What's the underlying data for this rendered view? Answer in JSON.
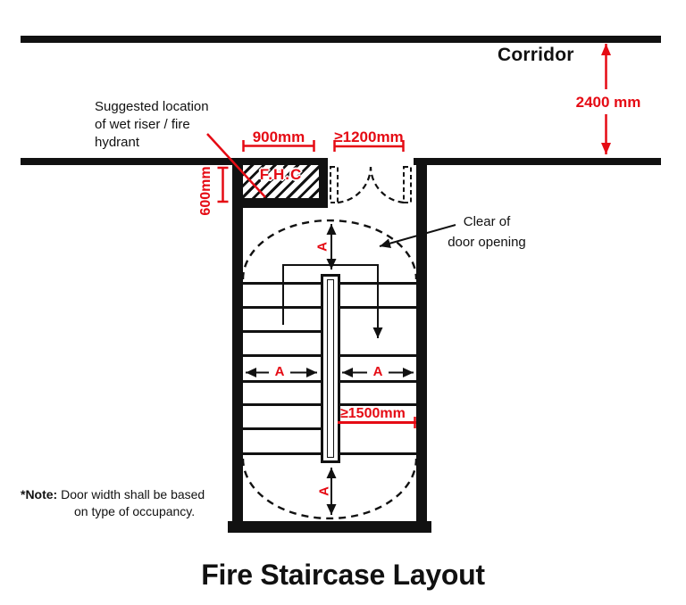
{
  "diagram": {
    "title": "Fire Staircase Layout",
    "corridor": {
      "label": "Corridor",
      "height_dim": "2400 mm"
    },
    "fhc": {
      "label": "F.H.C",
      "width_dim": "900mm",
      "depth_dim": "600mm",
      "annotation": [
        "Suggested location",
        "of wet riser / fire",
        "hydrant"
      ]
    },
    "door": {
      "width_dim": "≥1200mm",
      "clearance_annotation": [
        "Clear of",
        "door opening"
      ]
    },
    "stair": {
      "flight_width_dim": "≥1500mm",
      "a_label": "A"
    },
    "note": {
      "prefix": "*Note:",
      "line1": " Door width shall be based",
      "line2": "on type of occupancy."
    },
    "colors": {
      "dimension_red": "#e50b14",
      "line_black": "#111111"
    }
  }
}
